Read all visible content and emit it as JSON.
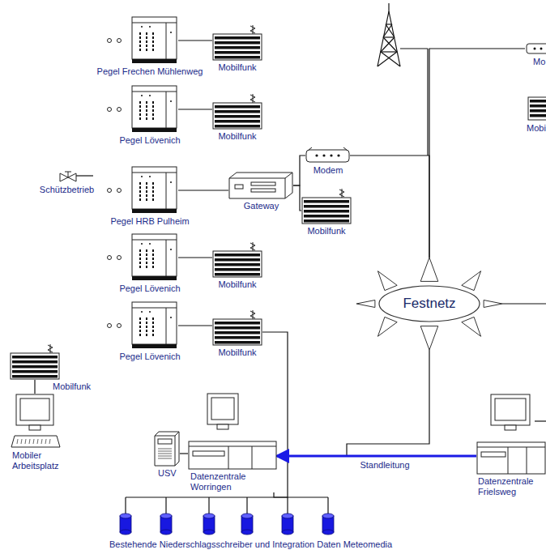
{
  "diagram": {
    "nodes": [
      {
        "text": [
          "Pegel Frechen Mühlenweg"
        ]
      },
      {
        "text": [
          "Mobilfunk"
        ]
      },
      {
        "text": [
          "Pegel Lövenich"
        ]
      },
      {
        "text": [
          "Mobilfunk"
        ]
      },
      {
        "text": [
          "Schützbetrieb"
        ]
      },
      {
        "text": [
          "Pegel HRB Pulheim"
        ]
      },
      {
        "text": [
          "Gateway"
        ]
      },
      {
        "text": [
          "Modem"
        ]
      },
      {
        "text": [
          "Mobilfunk"
        ]
      },
      {
        "text": [
          "Pegel Lövenich"
        ]
      },
      {
        "text": [
          "Mobilfunk"
        ]
      },
      {
        "text": [
          "Festnetz"
        ]
      },
      {
        "text": [
          "Pegel Lövenich"
        ]
      },
      {
        "text": [
          "Mobilfunk"
        ]
      },
      {
        "text": [
          "Mo"
        ]
      },
      {
        "text": [
          "Mobi"
        ]
      },
      {
        "text": [
          "Mobilfunk"
        ]
      },
      {
        "text": [
          "Mobiler Arbeitsplatz"
        ]
      },
      {
        "text": [
          "USV"
        ]
      },
      {
        "text": [
          "Datenzentrale Worringen"
        ]
      },
      {
        "text": [
          "Datenzentrale Frielsweg"
        ]
      }
    ],
    "edges": [
      {
        "from": 0,
        "to": 1,
        "arrow": "none"
      },
      {
        "from": 2,
        "to": 3,
        "arrow": "none"
      },
      {
        "from": 4,
        "to": 5,
        "arrow": "none"
      },
      {
        "from": 5,
        "to": 6,
        "arrow": "none"
      },
      {
        "from": 6,
        "to": 7,
        "arrow": "none"
      },
      {
        "from": 6,
        "to": 8,
        "arrow": "none"
      },
      {
        "from": 7,
        "to": 11,
        "arrow": "none"
      },
      {
        "from": 14,
        "to": 11,
        "arrow": "none"
      },
      {
        "from": 9,
        "to": 10,
        "arrow": "none"
      },
      {
        "from": 12,
        "to": 13,
        "arrow": "none"
      },
      {
        "from": 13,
        "to": 19,
        "arrow": "none"
      },
      {
        "from": 16,
        "to": 17,
        "arrow": "none"
      },
      {
        "from": 18,
        "to": 19,
        "arrow": "none"
      },
      {
        "from": 11,
        "to": 19,
        "arrow": "none"
      },
      {
        "from": 20,
        "to": 19,
        "label": "Standleitung",
        "arrow": "to"
      }
    ],
    "labels": [
      "Bestehende Niederschlagsschreiber und Integration Daten Meteomedia"
    ]
  }
}
